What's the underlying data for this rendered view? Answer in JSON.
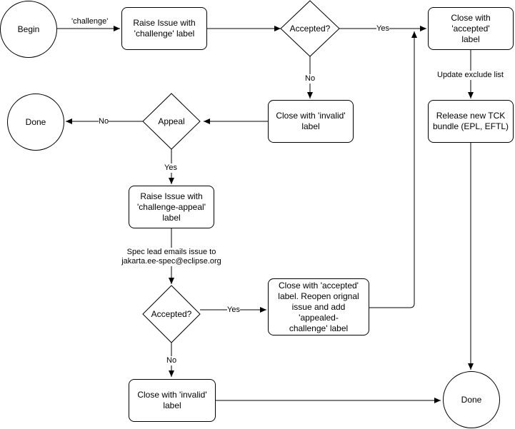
{
  "nodes": {
    "begin": "Begin",
    "raise_challenge": "Raise Issue with\n'challenge' label",
    "accepted_1": "Accepted?",
    "close_accepted_1": "Close with 'accepted'\nlabel",
    "close_invalid_1": "Close with 'invalid'\nlabel",
    "appeal": "Appeal",
    "done_1": "Done",
    "release_tck": "Release new TCK\nbundle (EPL, EFTL)",
    "raise_appeal": "Raise Issue with\n'challenge-appeal'\nlabel",
    "accepted_2": "Accepted?",
    "close_accepted_2": "Close with 'accepted'\nlabel. Reopen orignal\nissue and add 'appealed-\nchallenge' label",
    "close_invalid_2": "Close with 'invalid'\nlabel",
    "done_2": "Done"
  },
  "edges": {
    "challenge": "'challenge'",
    "yes_1": "Yes",
    "no_1": "No",
    "update_exclude": "Update exclude list",
    "no_appeal": "No",
    "yes_appeal": "Yes",
    "spec_lead": "Spec lead emails issue to\njakarta.ee-spec@eclipse.org",
    "yes_2": "Yes",
    "no_2": "No"
  }
}
